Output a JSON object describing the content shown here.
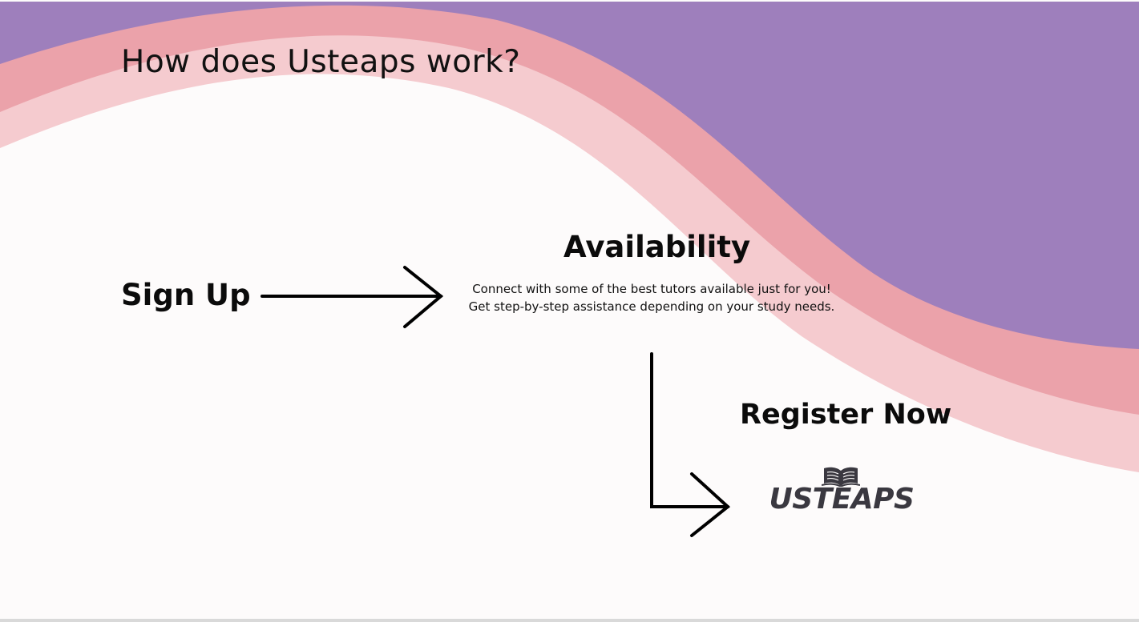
{
  "slide": {
    "title": "How does Usteaps work?",
    "steps": {
      "sign_up": "Sign Up",
      "availability": "Availability",
      "availability_description": "Connect with some of the best tutors available just for you! Get step-by-step assistance depending on your study needs.",
      "register_now": "Register Now"
    },
    "logo": {
      "text": "USTEAPS",
      "icon": "open-book-icon"
    }
  },
  "colors": {
    "purple": "#9e7fbc",
    "pink_dark": "#eba2aa",
    "pink_light": "#f5cbcf",
    "background": "#fdfbfb",
    "text": "#111111",
    "logo": "#3a3840"
  },
  "icons": [
    "right-arrow-icon",
    "down-right-arrow-icon",
    "open-book-icon"
  ]
}
